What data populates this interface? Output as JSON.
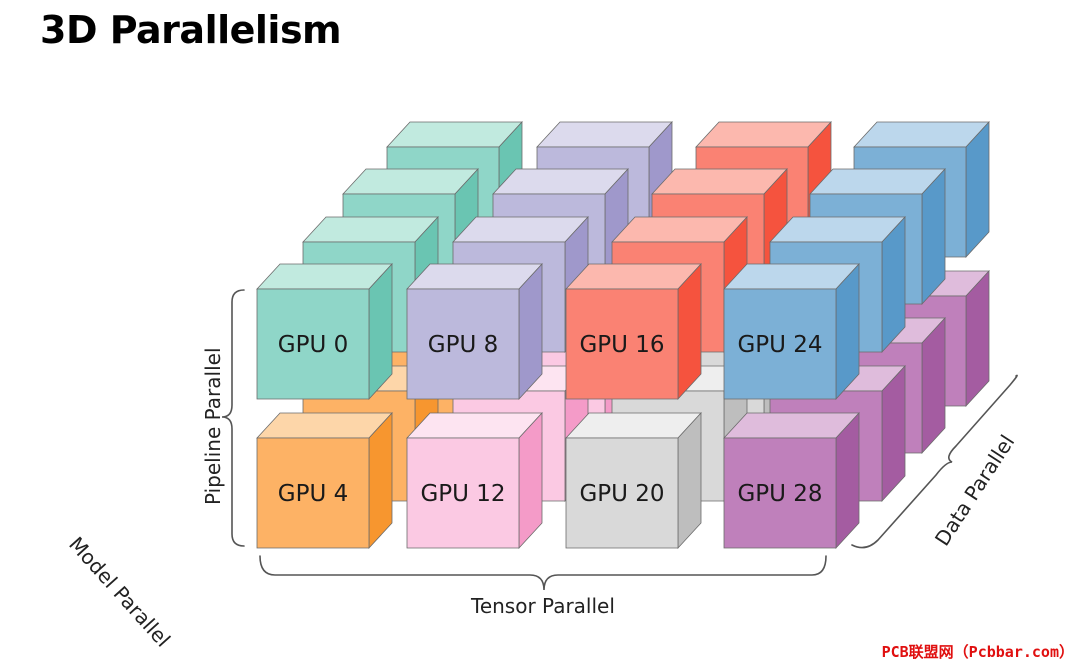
{
  "title": "3D Parallelism",
  "axes": {
    "tensor": "Tensor Parallel",
    "pipeline": "Pipeline Parallel",
    "data": "Data Parallel",
    "model": "Model Parallel"
  },
  "gpu_labels": [
    [
      "GPU 0",
      "GPU 8",
      "GPU 16",
      "GPU 24"
    ],
    [
      "GPU 4",
      "GPU 12",
      "GPU 20",
      "GPU 28"
    ]
  ],
  "column_colors": {
    "top": [
      {
        "front": "#8fd6c8",
        "top": "#c1eadf",
        "side": "#6ac5b2"
      },
      {
        "front": "#bcb9dc",
        "top": "#dcdaed",
        "side": "#9f98cb"
      },
      {
        "front": "#fa8273",
        "top": "#fcb8ae",
        "side": "#f5533e"
      },
      {
        "front": "#7cb0d6",
        "top": "#bcd7ec",
        "side": "#5899c9"
      }
    ],
    "bottom": [
      {
        "front": "#fdb265",
        "top": "#fdd6a9",
        "side": "#f7962f"
      },
      {
        "front": "#fbc9e3",
        "top": "#fde4f1",
        "side": "#f49bc8"
      },
      {
        "front": "#d9d9d9",
        "top": "#eeeeee",
        "side": "#bebebe"
      },
      {
        "front": "#bf80bb",
        "top": "#dfbcdc",
        "side": "#a45ca1"
      }
    ]
  },
  "watermark": "PCB联盟网（Pcbbar.com）"
}
